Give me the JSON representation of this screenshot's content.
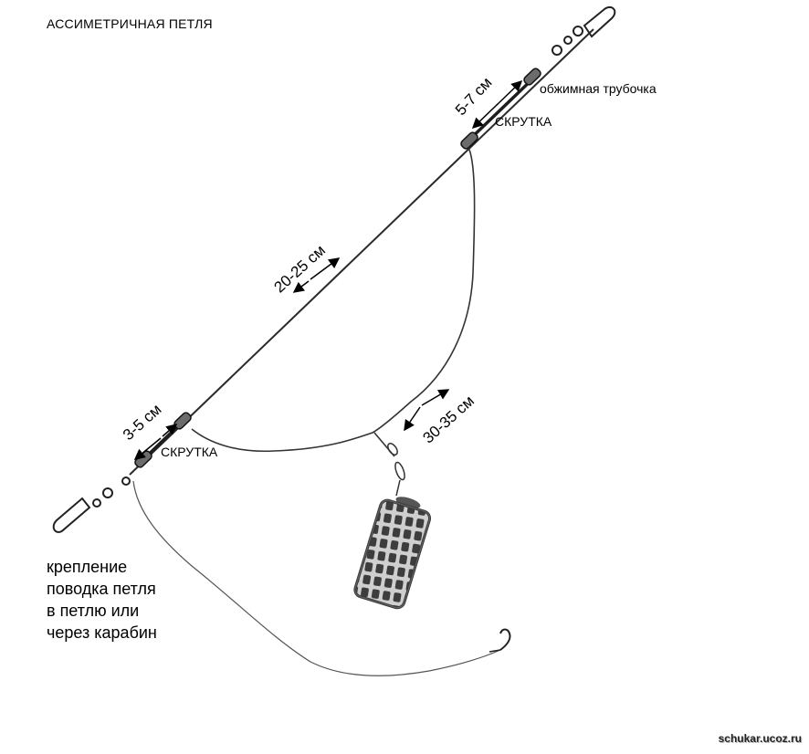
{
  "title": "АССИМЕТРИЧНАЯ ПЕТЛЯ",
  "labels": {
    "crimp_tube": "обжимная трубочка",
    "twist_top": "СКРУТКА",
    "twist_bottom": "СКРУТКА"
  },
  "measurements": {
    "top_segment": "5-7 см",
    "main_line": "20-25 см",
    "bottom_segment": "3-5 см",
    "feeder_loop": "30-35 см"
  },
  "note_lines": [
    "крепление",
    "поводка петля",
    "в петлю или",
    "через карабин"
  ],
  "watermark": "schukar.ucoz.ru",
  "colors": {
    "line": "#333333",
    "crimp": "#6b6b6b",
    "feeder": "#555555"
  }
}
